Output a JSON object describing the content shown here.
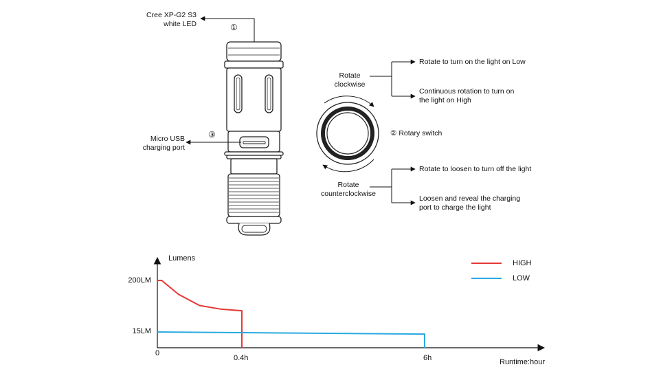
{
  "diagram": {
    "led_label_line1": "Cree XP-G2 S3",
    "led_label_line2": "white LED",
    "callout_1": "①",
    "callout_3": "③",
    "usb_label_line1": "Micro USB",
    "usb_label_line2": "charging port",
    "cw_line1": "Rotate",
    "cw_line2": "clockwise",
    "ccw_line1": "Rotate",
    "ccw_line2": "counterclockwise",
    "rotary_label": "② Rotary switch",
    "cw_action1": "Rotate to turn on the light on Low",
    "cw_action2_line1": "Continuous rotation to turn on",
    "cw_action2_line2": "the light on High",
    "ccw_action1": "Rotate to loosen to turn off the light",
    "ccw_action2_line1": "Loosen and reveal the charging",
    "ccw_action2_line2": "port to charge the light"
  },
  "chart_data": {
    "type": "line",
    "ylabel": "Lumens",
    "xlabel": "Runtime:hour",
    "x_ticks": [
      "0",
      "0.4h",
      "6h"
    ],
    "y_ticks": [
      "200LM",
      "15LM"
    ],
    "series": [
      {
        "name": "HIGH",
        "color": "#e53935",
        "points": [
          [
            0,
            200
          ],
          [
            0.02,
            200
          ],
          [
            0.1,
            150
          ],
          [
            0.2,
            110
          ],
          [
            0.3,
            97
          ],
          [
            0.4,
            91
          ],
          [
            0.4,
            0
          ]
        ]
      },
      {
        "name": "LOW",
        "color": "#29a9e0",
        "points": [
          [
            0,
            15
          ],
          [
            6,
            13
          ],
          [
            6,
            0
          ]
        ]
      }
    ]
  }
}
